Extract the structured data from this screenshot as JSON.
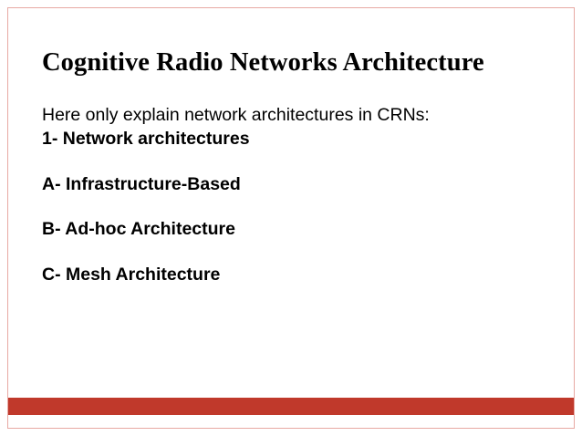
{
  "slide": {
    "title": "Cognitive Radio Networks Architecture",
    "intro": "Here only explain network architectures in CRNs:",
    "items": [
      "1- Network architectures",
      "A- Infrastructure-Based",
      "B- Ad-hoc Architecture",
      "C- Mesh Architecture"
    ],
    "accent_color": "#c0392b",
    "border_color": "#e8a9a3"
  }
}
